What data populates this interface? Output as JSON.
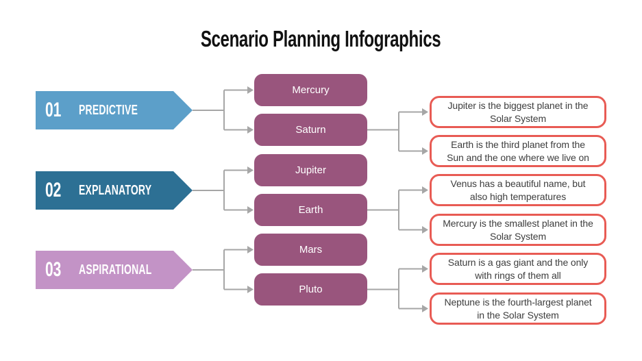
{
  "title": "Scenario Planning Infographics",
  "colors": {
    "connector": "#A6A6A6",
    "planet_box": "#99557D",
    "fact_border": "#E85B54",
    "title_text": "#111111"
  },
  "groups": [
    {
      "number": "01",
      "label": "PREDICTIVE",
      "color": "#5C9FC9"
    },
    {
      "number": "02",
      "label": "EXPLANATORY",
      "color": "#2D7094"
    },
    {
      "number": "03",
      "label": "ASPIRATIONAL",
      "color": "#C393C6"
    }
  ],
  "planets": [
    {
      "label": "Mercury"
    },
    {
      "label": "Saturn"
    },
    {
      "label": "Jupiter"
    },
    {
      "label": "Earth"
    },
    {
      "label": "Mars"
    },
    {
      "label": "Pluto"
    }
  ],
  "facts": [
    {
      "text": "Jupiter is the biggest planet in the\nSolar System"
    },
    {
      "text": "Earth is the third planet from the\nSun and the one where we live on"
    },
    {
      "text": "Venus has a beautiful name, but\nalso high temperatures"
    },
    {
      "text": "Mercury is the smallest planet in the\nSolar System"
    },
    {
      "text": "Saturn is a gas giant and the only\nwith rings of them all"
    },
    {
      "text": "Neptune is the fourth-largest planet\nin the Solar System"
    }
  ]
}
